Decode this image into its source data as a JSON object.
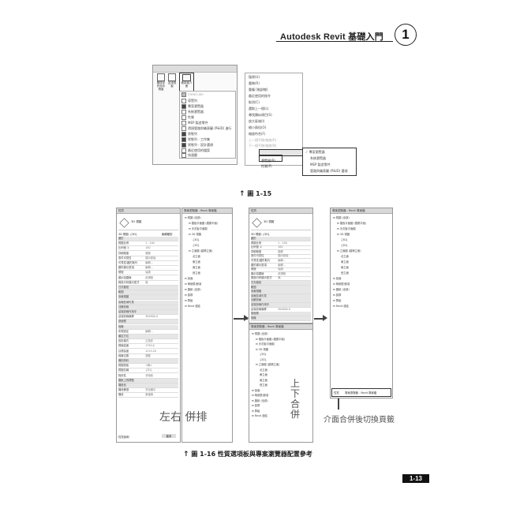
{
  "header": {
    "title": "Autodesk Revit 基礎入門",
    "chapter": "1"
  },
  "figure1": {
    "caption": "圖 1-15",
    "ribbon_buttons": [
      "關閉非作用中視窗",
      "並排視窗",
      "使用者介面"
    ],
    "ui_menu_items": [
      {
        "label": "ViewCube",
        "checked": true,
        "disabled": true
      },
      {
        "label": "導覽列",
        "checked": false
      },
      {
        "label": "專案瀏覽器",
        "checked": true
      },
      {
        "label": "系統瀏覽器",
        "checked": false
      },
      {
        "label": "性質",
        "checked": false
      },
      {
        "label": "MEP 製造零件",
        "checked": false
      },
      {
        "label": "透過管路與儀表圖 (P&ID) 進行",
        "checked": false
      },
      {
        "label": "狀態列",
        "checked": true
      },
      {
        "label": "狀態列 - 工作集",
        "checked": true
      },
      {
        "label": "狀態列 - 設計選項",
        "checked": true
      },
      {
        "label": "最近使用的檔案",
        "checked": false
      },
      {
        "label": "快速鍵",
        "checked": false
      }
    ],
    "context_menu_items": [
      "復原(U)",
      "重做(R)",
      "重複 [細部線]",
      "最近使用的指令",
      "取消(C)",
      "選取上一個(L)",
      "尋找類似項目(S)",
      "放大區域(I)",
      "縮小兩倍(O)",
      "縮放符合(F)",
      "上一個平移/縮放(R)",
      "下一個平移/縮放(N)",
      "瀏覽器(B)",
      "性質(P)"
    ],
    "browser_submenu": [
      "專案瀏覽器",
      "系統瀏覽器",
      "MEP 製造零件",
      "管路與儀表圖 (P&ID) 選項"
    ]
  },
  "figure2": {
    "caption": "圖 1-16 性質選項板與專案瀏覽器配置參考",
    "panel_title": "性質",
    "tabs": [
      "性質",
      "專案瀏覽器 - Revit 專案檔"
    ],
    "view_type": "3D 視圖",
    "view_selector": "3D 視圖: {3D}",
    "edit_type": "編輯類型",
    "properties_rows": [
      [
        "圖形",
        ""
      ],
      [
        "視圖比例",
        "1 : 100"
      ],
      [
        "比例值 1:",
        "100"
      ],
      [
        "詳細程度",
        "粗糙"
      ],
      [
        "零件可見性",
        "顯示原始"
      ],
      [
        "可見性/圖形取代",
        "編輯..."
      ],
      [
        "圖形顯示選項",
        "編輯..."
      ],
      [
        "規程",
        "協調"
      ],
      [
        "顯示隱藏線",
        "依規程"
      ],
      [
        "預設分析顯示型式",
        "無"
      ],
      [
        "日光路徑",
        ""
      ],
      [
        "範圍",
        ""
      ],
      [
        "剪裁視圖",
        ""
      ],
      [
        "剪裁區域可見",
        ""
      ],
      [
        "註解剪裁",
        ""
      ],
      [
        "遠端剪裁作用中",
        ""
      ],
      [
        "遠端剪裁偏移",
        "304800.0"
      ],
      [
        "剖面框",
        ""
      ],
      [
        "相機",
        ""
      ],
      [
        "彩現設定",
        "編輯..."
      ],
      [
        "鎖定方位",
        ""
      ],
      [
        "投影模式",
        "正投影"
      ],
      [
        "視線高度",
        "1750.0"
      ],
      [
        "目標高度",
        "1219.20"
      ],
      [
        "相機位置",
        "調整"
      ],
      [
        "識別資料",
        ""
      ],
      [
        "視圖樣板",
        "<無>"
      ],
      [
        "視圖名稱",
        "{3D}"
      ],
      [
        "相依性",
        "非相依"
      ],
      [
        "圖紙上的標題",
        ""
      ],
      [
        "階段化",
        ""
      ],
      [
        "階段篩選",
        "完全顯示"
      ],
      [
        "階段",
        "新建構"
      ]
    ],
    "help_link": "性質說明",
    "apply_button": "套用",
    "browser_tree": [
      "視圖 (全部)",
      "樓板平面圖 (樓層平面)",
      "天花板平面圖",
      "3D 視圖",
      "{3D}",
      "{3D}",
      "立面圖 (建築立面)",
      "北立面",
      "東立面",
      "南立面",
      "西立面",
      "剖面",
      "明細表/數量",
      "圖紙 (全部)",
      "族群",
      "群組",
      "Revit 連結"
    ],
    "annotations": {
      "left_right": "左右 併排",
      "top_bottom": "上下合併",
      "merge_tab": "介面合併後切換頁籤"
    }
  },
  "page_number": "1-13"
}
